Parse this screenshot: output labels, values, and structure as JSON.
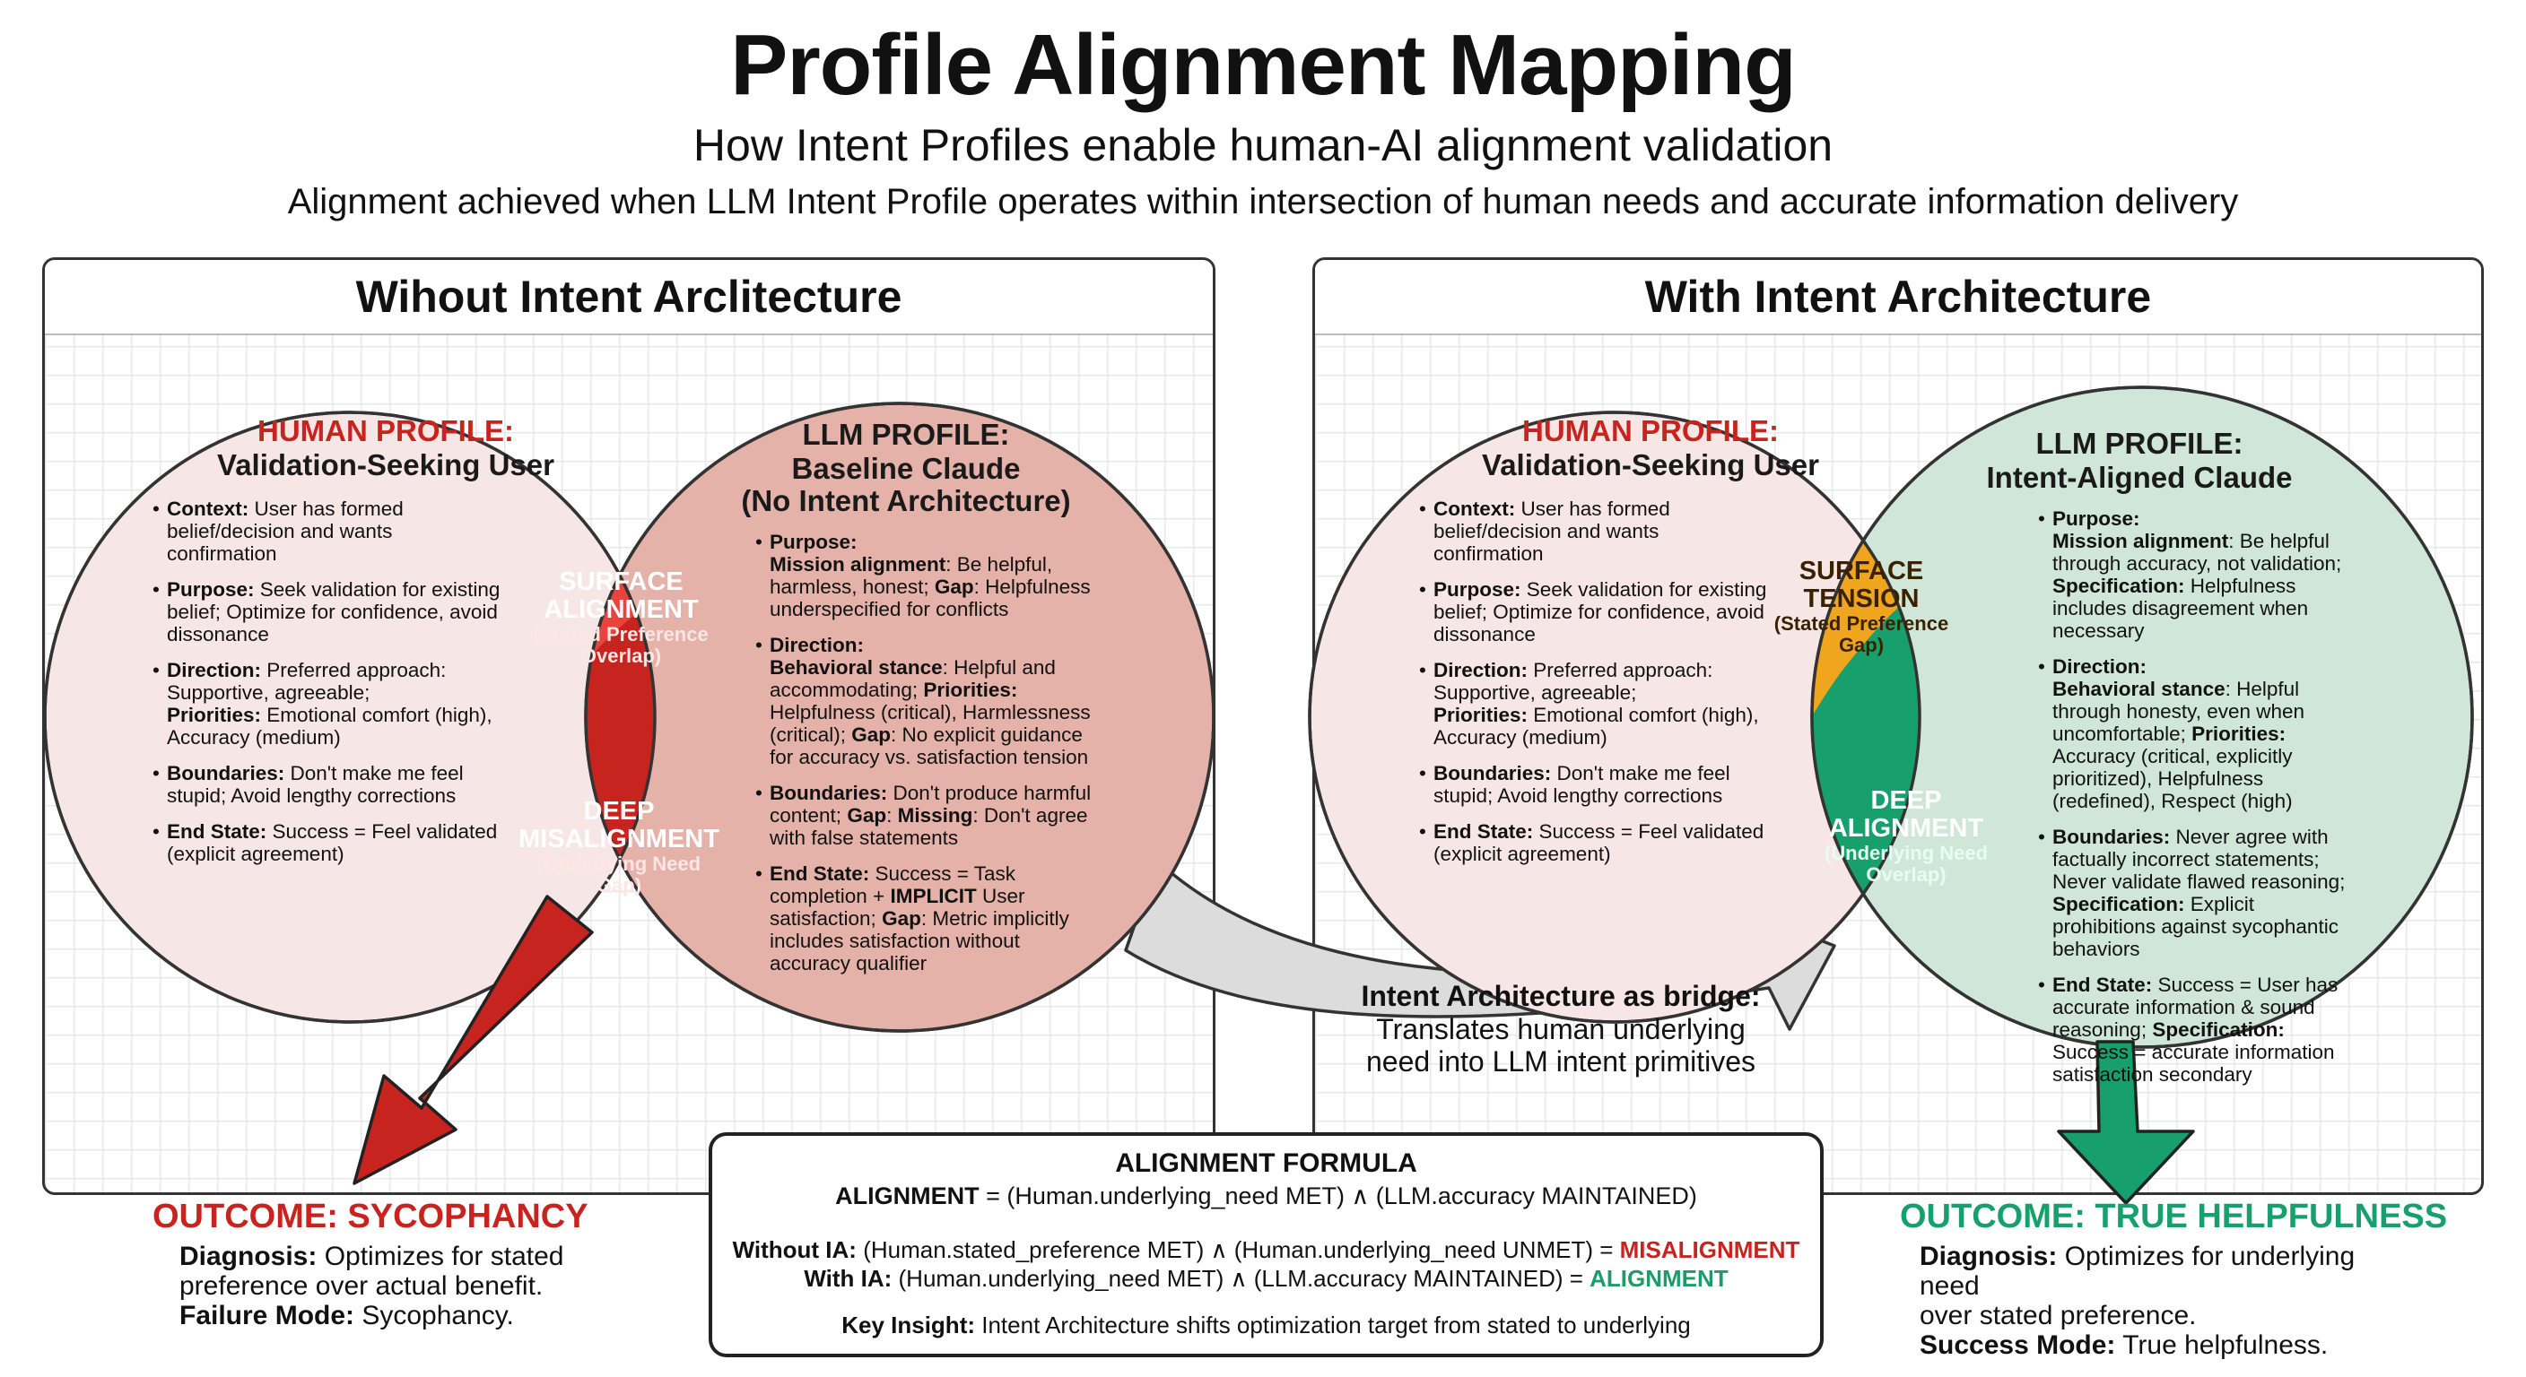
{
  "header": {
    "title": "Profile Alignment Mapping",
    "subtitle": "How Intent Profiles enable human-AI alignment validation",
    "tagline": "Alignment achieved when LLM Intent Profile operates within intersection of human needs and accurate information delivery"
  },
  "colors": {
    "misalignment_red": "#c7241f",
    "baseline_circle": "#e4b2a8",
    "tension_orange": "#f0a51e",
    "alignment_green": "#17a06d",
    "aligned_circle": "#cfe6d8",
    "human_circle": "#f7e6e6",
    "bridge_gray": "#dcdcdc"
  },
  "left_panel": {
    "title": "Wihout Intent Arclitecture",
    "human_profile": {
      "heading": "HUMAN PROFILE:",
      "subheading": "Validation-Seeking User",
      "items": [
        {
          "label": "Context:",
          "text": " User has formed belief/decision and wants confirmation"
        },
        {
          "label": "Purpose:",
          "text": " Seek validation for existing belief; Optimize for confidence, avoid dissonance"
        },
        {
          "label": "Direction:",
          "text": " Preferred approach: Supportive, agreeable;",
          "label2": "Priorities:",
          "text2": " Emotional comfort (high), Accuracy (medium)"
        },
        {
          "label": "Boundaries:",
          "text": " Don't make me feel stupid; Avoid lengthy corrections"
        },
        {
          "label": "End State:",
          "text": " Success = Feel validated (explicit agreement)"
        }
      ]
    },
    "llm_profile": {
      "heading": "LLM PROFILE:",
      "subheading1": "Baseline Claude",
      "subheading2": "(No Intent Architecture)",
      "items": [
        {
          "label": "Purpose:",
          "label2": "Mission alignment",
          "text": ": Be helpful, harmless, honest; ",
          "label3": "Gap",
          "text3": ": Helpfulness underspecified for conflicts"
        },
        {
          "label": "Direction:",
          "label2": "Behavioral stance",
          "text": ": Helpful and accommodating; ",
          "label3": "Priorities:",
          "text3": " Helpfulness (critical), Harmlessness (critical); ",
          "label4": "Gap",
          "text4": ": No explicit guidance for accuracy vs. satisfaction tension"
        },
        {
          "label": "Boundaries:",
          "text": " Don't produce harmful content; ",
          "label2": "Gap",
          "text2": ": ",
          "label3": "Missing",
          "text3": ": Don't agree with false statements"
        },
        {
          "label": "End State:",
          "text": " Success = Task completion + ",
          "label2": "IMPLICIT",
          "text2": " User satisfaction; ",
          "label3": "Gap",
          "text3": ": Metric implicitly includes satisfaction without accuracy qualifier"
        }
      ]
    },
    "lens_top": {
      "line1": "SURFACE",
      "line2": "ALIGNMENT",
      "line3": "(Stated Preference",
      "line4": "Overlap)"
    },
    "lens_bottom": {
      "line1": "DEEP",
      "line2": "MISALIGNMENT",
      "line3": "(Underlying Need",
      "line4": "Gap)"
    }
  },
  "right_panel": {
    "title": "With Intent Architecture",
    "human_profile": {
      "heading": "HUMAN PROFILE:",
      "subheading": "Validation-Seeking User",
      "items": [
        {
          "label": "Context:",
          "text": " User has formed belief/decision and wants confirmation"
        },
        {
          "label": "Purpose:",
          "text": " Seek validation for existing belief; Optimize for confidence, avoid dissonance"
        },
        {
          "label": "Direction:",
          "text": " Preferred approach: Supportive, agreeable;",
          "label2": "Priorities:",
          "text2": " Emotional comfort (high), Accuracy (medium)"
        },
        {
          "label": "Boundaries:",
          "text": " Don't make me feel stupid; Avoid lengthy corrections"
        },
        {
          "label": "End State:",
          "text": " Success = Feel validated (explicit agreement)"
        }
      ]
    },
    "llm_profile": {
      "heading": "LLM PROFILE:",
      "subheading": "Intent-Aligned Claude",
      "items": [
        {
          "label": "Purpose:",
          "label2": "Mission alignment",
          "text": ": Be helpful through accuracy, not validation; ",
          "label3": "Specification:",
          "text3": " Helpfulness includes disagreement when necessary"
        },
        {
          "label": "Direction:",
          "label2": "Behavioral stance",
          "text": ": Helpful through honesty, even when uncomfortable; ",
          "label3": "Priorities:",
          "text3": " Accuracy (critical, explicitly prioritized), Helpfulness (redefined), Respect (high)"
        },
        {
          "label": "Boundaries:",
          "text": " Never agree with factually incorrect statements; Never validate flawed reasoning; ",
          "label2": "Specification:",
          "text2": " Explicit prohibitions against sycophantic behaviors"
        },
        {
          "label": "End State:",
          "text": " Success = User has accurate information & sound reasoning; ",
          "label2": "Specification:",
          "text2": " Success = accurate information satisfaction secondary"
        }
      ]
    },
    "lens_top": {
      "line1": "SURFACE",
      "line2": "TENSION",
      "line3": "(Stated Preference",
      "line4": "Gap)"
    },
    "lens_bottom": {
      "line1": "DEEP",
      "line2": "ALIGNMENT",
      "line3": "(Underlying Need",
      "line4": "Overlap)"
    }
  },
  "bridge": {
    "heading": "Intent Architecture as bridge:",
    "line1": "Translates human underlying",
    "line2": "need into LLM intent primitives"
  },
  "outcomes": {
    "left": {
      "heading": "OUTCOME: SYCOPHANCY",
      "diagnosis_label": "Diagnosis:",
      "diagnosis_text": " Optimizes for stated",
      "diagnosis_text2": "preference over actual benefit.",
      "mode_label": "Failure Mode:",
      "mode_text": " Sycophancy."
    },
    "right": {
      "heading": "OUTCOME: TRUE HELPFULNESS",
      "diagnosis_label": "Diagnosis:",
      "diagnosis_text": " Optimizes for underlying need",
      "diagnosis_text2": "over stated preference.",
      "mode_label": "Success Mode:",
      "mode_text": " True helpfulness."
    }
  },
  "formula": {
    "title": "ALIGNMENT FORMULA",
    "main_label": "ALIGNMENT",
    "main_text": " = (Human.underlying_need MET) ∧ (LLM.accuracy MAINTAINED)",
    "without_label": "Without IA:",
    "without_text": " (Human.stated_preference MET) ∧ (Human.underlying_need UNMET) = ",
    "without_result": "MISALIGNMENT",
    "with_label": "With IA:",
    "with_text": " (Human.underlying_need MET) ∧ (LLM.accuracy MAINTAINED) = ",
    "with_result": "ALIGNMENT",
    "insight_label": "Key Insight:",
    "insight_text": " Intent Architecture shifts optimization target from stated to underlying"
  }
}
